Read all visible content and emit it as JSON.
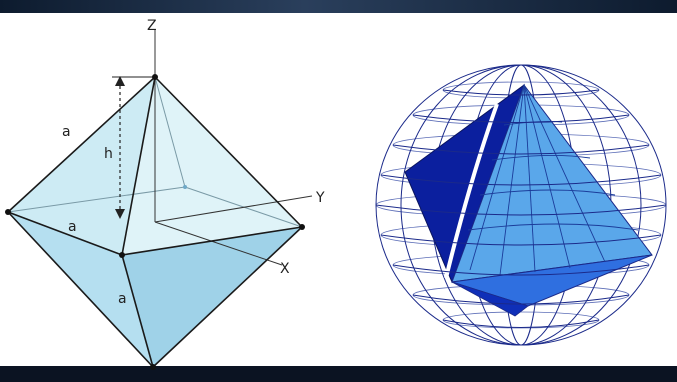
{
  "octahedron": {
    "axis_z": "Z",
    "axis_y": "Y",
    "axis_x": "X",
    "height_label": "h",
    "edge_label_1": "a",
    "edge_label_2": "a",
    "edge_label_3": "a"
  },
  "colors": {
    "face_fill": "#cfeaf3",
    "face_fill_dark": "#a9d8e8",
    "edge_stroke": "#1a1a1a",
    "sphere_wire": "#1b2a8a",
    "inscribed_face_light": "#58a8ec",
    "inscribed_face_dark": "#0b1f9e",
    "background_frame": "#0d1b2e"
  }
}
